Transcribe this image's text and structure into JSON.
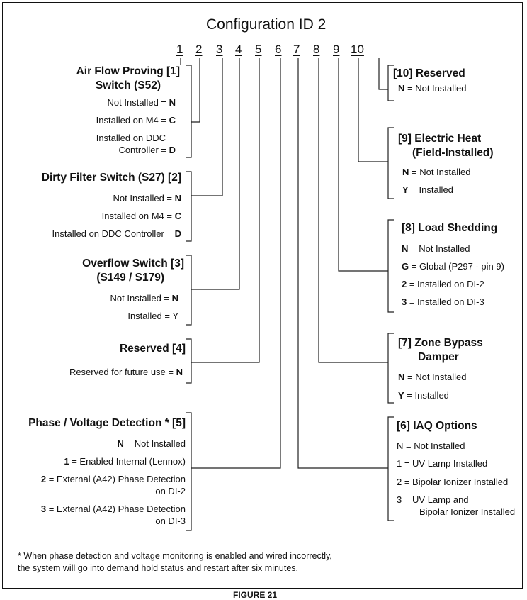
{
  "title": "Configuration ID 2",
  "positions": [
    "1",
    "2",
    "3",
    "4",
    "5",
    "6",
    "7",
    "8",
    "9",
    "10"
  ],
  "left_groups": [
    {
      "id": "s52",
      "heading": [
        "Air Flow Proving  [1]",
        "Switch (S52)"
      ],
      "options": [
        {
          "text": "Not Installed = ",
          "code": "N"
        },
        {
          "text": "Installed on M4 = ",
          "code": "C"
        },
        {
          "text": "Installed on DDC",
          "code": ""
        },
        {
          "text": "Controller = ",
          "code": "D"
        }
      ]
    },
    {
      "id": "s27",
      "heading": [
        "Dirty Filter Switch (S27) [2]"
      ],
      "options": [
        {
          "text": "Not Installed = ",
          "code": "N"
        },
        {
          "text": "Installed on M4 = ",
          "code": "C"
        },
        {
          "text": "Installed on DDC Controller = ",
          "code": "D"
        }
      ]
    },
    {
      "id": "s149",
      "heading": [
        "Overflow Switch  [3]",
        "(S149 / S179)"
      ],
      "options": [
        {
          "text": "Not Installed = ",
          "code": "N"
        },
        {
          "text": "Installed = Y",
          "code": ""
        }
      ]
    },
    {
      "id": "reserved4",
      "heading": [
        "Reserved  [4]"
      ],
      "options": [
        {
          "text": "Reserved for future use = ",
          "code": "N"
        }
      ]
    },
    {
      "id": "phase",
      "heading": [
        "Phase / Voltage Detection * [5]"
      ],
      "options": [
        {
          "text": "N",
          "suffix": " = Not Installed"
        },
        {
          "text": "1",
          "suffix": " = Enabled Internal (Lennox)"
        },
        {
          "text": "2",
          "suffix": " = External (A42) Phase Detection"
        },
        {
          "text": "",
          "suffix": "on DI-2"
        },
        {
          "text": "3",
          "suffix": " = External (A42) Phase Detection"
        },
        {
          "text": "",
          "suffix": "on DI-3"
        }
      ]
    }
  ],
  "right_groups": [
    {
      "id": "reserved10",
      "heading": [
        "[10] Reserved"
      ],
      "options": [
        {
          "code": "N",
          "text": " = Not Installed"
        }
      ]
    },
    {
      "id": "heat",
      "heading": [
        "[9] Electric Heat",
        "(Field-Installed)"
      ],
      "options": [
        {
          "code": "N",
          "text": " = Not Installed"
        },
        {
          "code": "Y",
          "text": " = Installed"
        }
      ]
    },
    {
      "id": "load",
      "heading": [
        "[8] Load Shedding"
      ],
      "options": [
        {
          "code": "N",
          "text": " = Not Installed"
        },
        {
          "code": "G",
          "text": " = Global (P297 - pin 9)"
        },
        {
          "code": "2",
          "text": " = Installed on DI-2"
        },
        {
          "code": "3",
          "text": " = Installed on DI-3"
        }
      ]
    },
    {
      "id": "zone",
      "heading": [
        "[7] Zone Bypass",
        "Damper"
      ],
      "options": [
        {
          "code": "N",
          "text": " = Not Installed"
        },
        {
          "code": "Y",
          "text": " = Installed"
        }
      ]
    },
    {
      "id": "iaq",
      "heading": [
        "[6] IAQ Options"
      ],
      "options": [
        {
          "code": "",
          "text": "N = Not Installed"
        },
        {
          "code": "",
          "text": "1 = UV Lamp Installed"
        },
        {
          "code": "",
          "text": "2 = Bipolar Ionizer Installed"
        },
        {
          "code": "",
          "text": "3 = UV Lamp and"
        },
        {
          "code": "",
          "text": "Bipolar Ionizer Installed"
        }
      ]
    }
  ],
  "footnote": [
    "* When phase detection and voltage monitoring is enabled and wired incorrectly,",
    "the system will go into demand hold status and restart after six minutes."
  ],
  "figure_caption": "FIGURE 21"
}
